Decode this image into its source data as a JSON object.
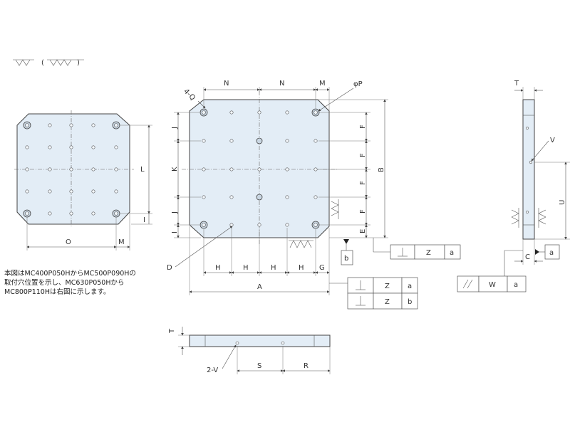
{
  "finish_symbol": {
    "main": "▽▽",
    "paren_open": "(",
    "alt": "▽▽▽",
    "paren_close": ")"
  },
  "note_lines": [
    "本図はMC400P050HからMC500P090Hの",
    "取付穴位置を示し、MC630P050Hから",
    "MC800P110Hは右図に示します。"
  ],
  "left_view": {
    "dim_O": "O",
    "dim_M": "M",
    "dim_L": "L",
    "dim_I": "I"
  },
  "main_view": {
    "top_dims": [
      "N",
      "N",
      "M"
    ],
    "corner_label": "4-Q",
    "phi_label": "φP",
    "left_dims": [
      "J",
      "K",
      "J",
      "I"
    ],
    "right_dims": [
      "F",
      "F",
      "F",
      "F",
      "E"
    ],
    "bottom_dims": [
      "H",
      "H",
      "H",
      "H",
      "G"
    ],
    "overall_width": "A",
    "overall_height": "B",
    "hole_label": "D",
    "datum_b": "b"
  },
  "tolerance_frames": {
    "perp_main": {
      "symbol": "⊥",
      "value": "Z",
      "datum": "a"
    },
    "pair": [
      {
        "value": "Z",
        "datum": "a"
      },
      {
        "value": "Z",
        "datum": "b"
      }
    ],
    "parallel": {
      "symbol": "//",
      "value": "W",
      "datum": "a"
    }
  },
  "side_view": {
    "dim_T": "T",
    "dim_V": "V",
    "dim_U": "U",
    "dim_C": "C",
    "datum_a": "a"
  },
  "bottom_view": {
    "dim_T": "T",
    "dim_2V": "2-V",
    "dim_S": "S",
    "dim_R": "R"
  }
}
